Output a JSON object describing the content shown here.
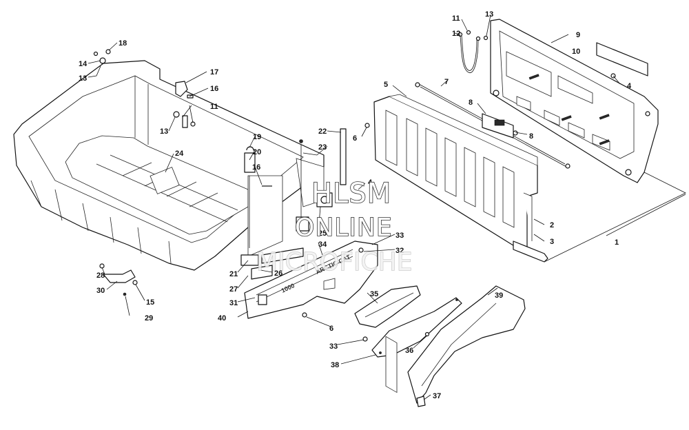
{
  "watermark": {
    "line1": "HLSM",
    "line2": "ONLINE",
    "line3": "MICROFICHE"
  },
  "callouts": [
    "1",
    "2",
    "3",
    "4",
    "4",
    "5",
    "6",
    "6",
    "7",
    "8",
    "8",
    "9",
    "10",
    "11",
    "11",
    "12",
    "13",
    "13",
    "13",
    "14",
    "15",
    "16",
    "16",
    "17",
    "18",
    "19",
    "20",
    "21",
    "22",
    "23",
    "24",
    "25",
    "26",
    "27",
    "28",
    "29",
    "30",
    "31",
    "32",
    "33",
    "33",
    "34",
    "35",
    "36",
    "37",
    "38",
    "39",
    "40"
  ],
  "decal_text": {
    "brand": "ARCTIC CAT",
    "model": "1000"
  }
}
